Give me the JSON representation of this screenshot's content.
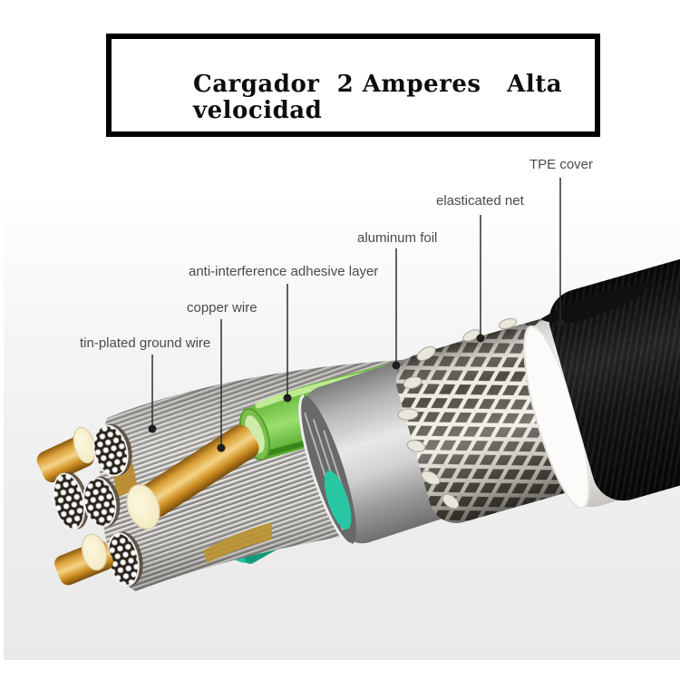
{
  "title": "Cargador  2 Amperes   Alta\nvelocidad",
  "callouts": [
    {
      "id": "tpe_cover",
      "text": "TPE cover"
    },
    {
      "id": "elasticated_net",
      "text": "elasticated net"
    },
    {
      "id": "aluminum_foil",
      "text": "aluminum foil"
    },
    {
      "id": "anti_interference_adhesive_layer",
      "text": "anti-interference adhesive layer"
    },
    {
      "id": "copper_wire",
      "text": "copper wire"
    },
    {
      "id": "tin_plated_ground_wire",
      "text": "tin-plated ground wire"
    }
  ],
  "colors": {
    "background_top": "#ffffff",
    "background_photo": "#ececec",
    "label_text": "#4a4a4a",
    "title_text": "#0d0d0d",
    "title_border": "#000000",
    "copper": "#d89b3a",
    "cream_wire_end": "#f6eecb",
    "green_insulation": "#5cb83c",
    "teal_insulation": "#2bcda6",
    "aluminum_foil": "#b9b9b9",
    "mesh_silver": "#e9e7dd",
    "tpe_white": "#fbfaf8",
    "jacket_black": "#111111"
  }
}
